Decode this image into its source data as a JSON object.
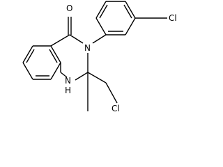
{
  "molecule": {
    "atom_labels": {
      "carbonyl_oxygen": "O",
      "ring_nitrogen_3": "N",
      "ring_nitrogen_1": "N",
      "amine_hydrogen": "H",
      "aryl_chlorine": "Cl",
      "chloromethyl_chlorine": "Cl"
    }
  }
}
